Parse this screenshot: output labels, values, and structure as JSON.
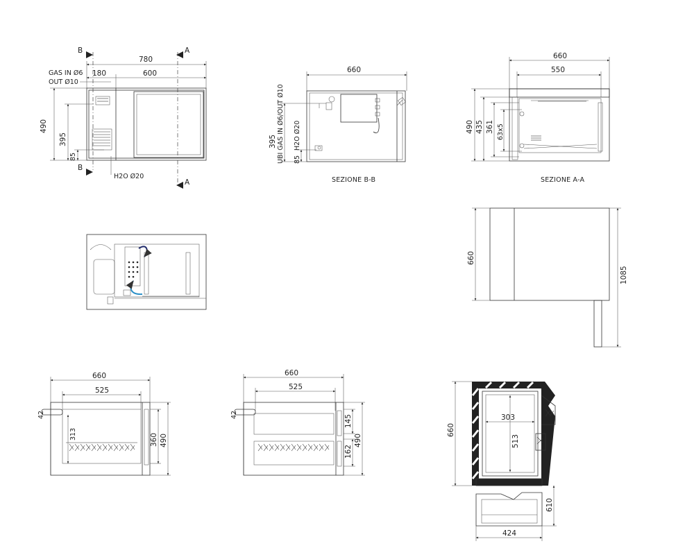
{
  "drawing": {
    "front_view": {
      "overall_width": "780",
      "compartment_width": "180",
      "door_width": "600",
      "height": "490",
      "gas_height": "395",
      "water_height": "85",
      "gas_in_label": "GAS IN Ø6",
      "gas_out_label": "OUT Ø10",
      "water_label": "H2O Ø20",
      "section_b": "B",
      "section_a": "A"
    },
    "section_bb": {
      "width": "660",
      "gas_height": "395",
      "water_height": "85",
      "side_label": "UBI GAS IN Ø6/OUT Ø10",
      "water_label": "H2O Ø20",
      "title": "SEZIONE B-B"
    },
    "section_aa": {
      "outer_width": "660",
      "inner_width": "550",
      "height_total": "490",
      "height_435": "435",
      "height_361": "361",
      "pitch_label": "63x5",
      "title": "SEZIONE A-A"
    },
    "top_view": {
      "depth": "660",
      "open_depth": "1085"
    },
    "shelf_section": {
      "width": "660",
      "inner_width": "525",
      "top_offset": "42",
      "inner_height": "313",
      "height_360": "360",
      "height_490": "490"
    },
    "drawer_section": {
      "width": "660",
      "inner_width": "525",
      "top_offset": "42",
      "drawer_top": "145",
      "drawer_bottom": "162",
      "height": "490"
    },
    "plan_section": {
      "depth": "660",
      "inner_width": "303",
      "inner_depth": "513",
      "drawer_open": "610",
      "drawer_width": "424"
    }
  }
}
